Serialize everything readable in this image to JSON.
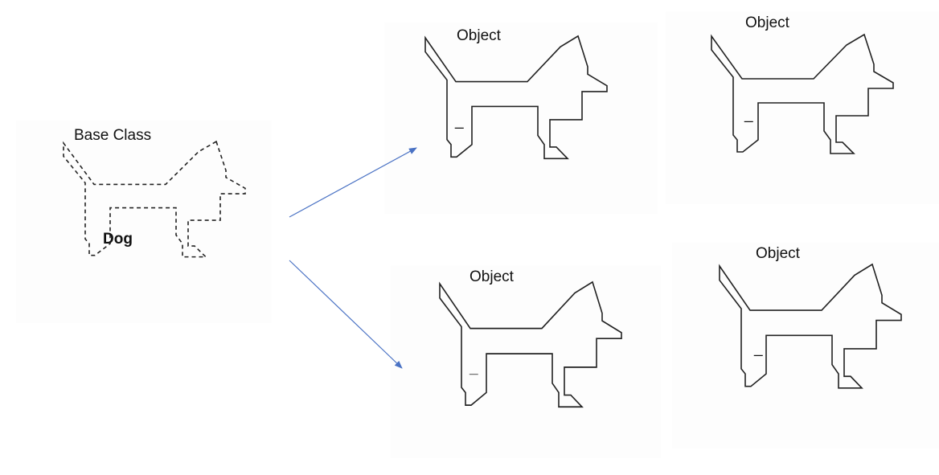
{
  "base_class": {
    "heading": "Base Class",
    "name": "Dog",
    "outline_style": "dashed"
  },
  "objects": [
    {
      "label": "Object",
      "field": "_"
    },
    {
      "label": "Object",
      "field": "_"
    },
    {
      "label": "Object",
      "field": "_"
    },
    {
      "label": "Object",
      "field": "_"
    }
  ],
  "colors": {
    "arrow": "#4a72c4",
    "outline": "#222222",
    "panel": "#fdfdfd"
  }
}
